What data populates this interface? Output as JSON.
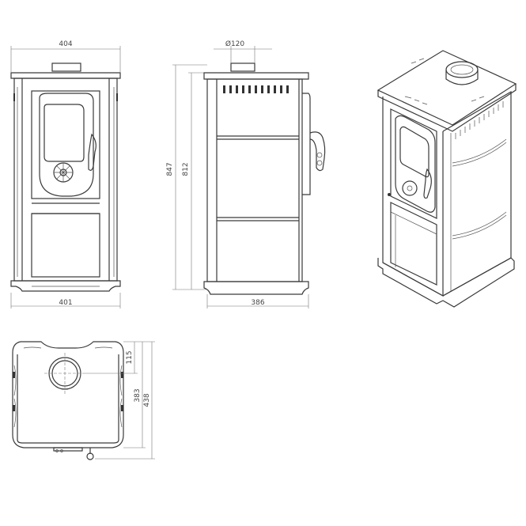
{
  "dimensions": {
    "front_top_width": "404",
    "front_bottom_width": "401",
    "total_height": "847",
    "body_height": "812",
    "flue_diameter": "Ø120",
    "side_depth": "386",
    "plan_flue_offset": "115",
    "plan_depth_body": "383",
    "plan_depth_total": "438"
  },
  "colors": {
    "line": "#3a3a3a",
    "dimension": "#777777",
    "background": "#ffffff"
  }
}
